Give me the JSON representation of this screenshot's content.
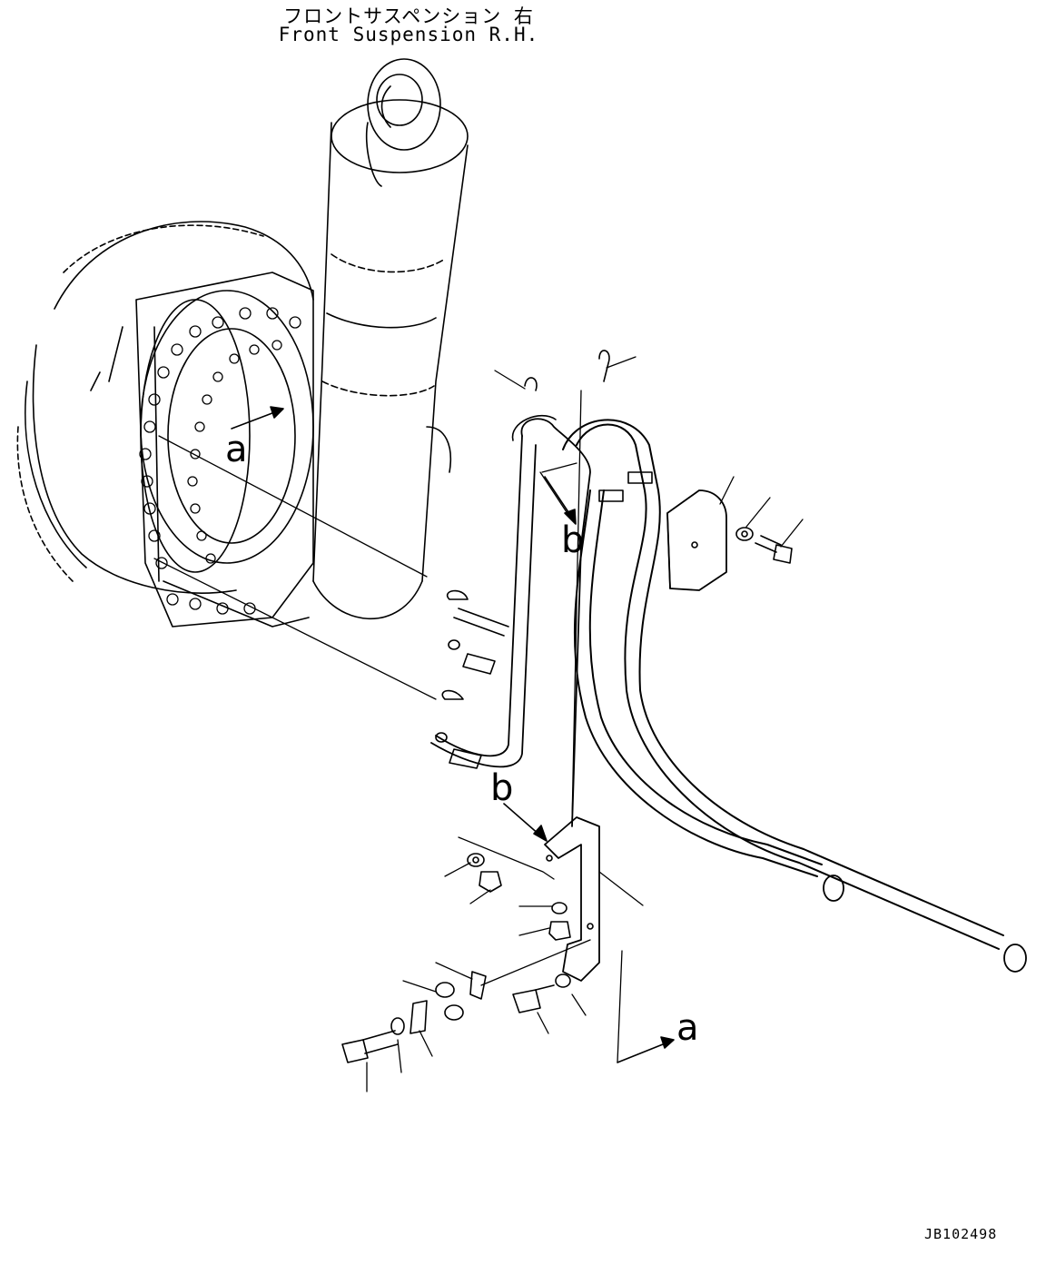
{
  "title_ja": "フロントサスペンション 右",
  "title_en": "Front Suspension R.H.",
  "view_labels": {
    "a_top": "a",
    "b_top": "b",
    "b_bottom": "b",
    "a_bottom": "a"
  },
  "drawing_id": "JB102498",
  "colors": {
    "line": "#000000",
    "background": "#ffffff"
  }
}
